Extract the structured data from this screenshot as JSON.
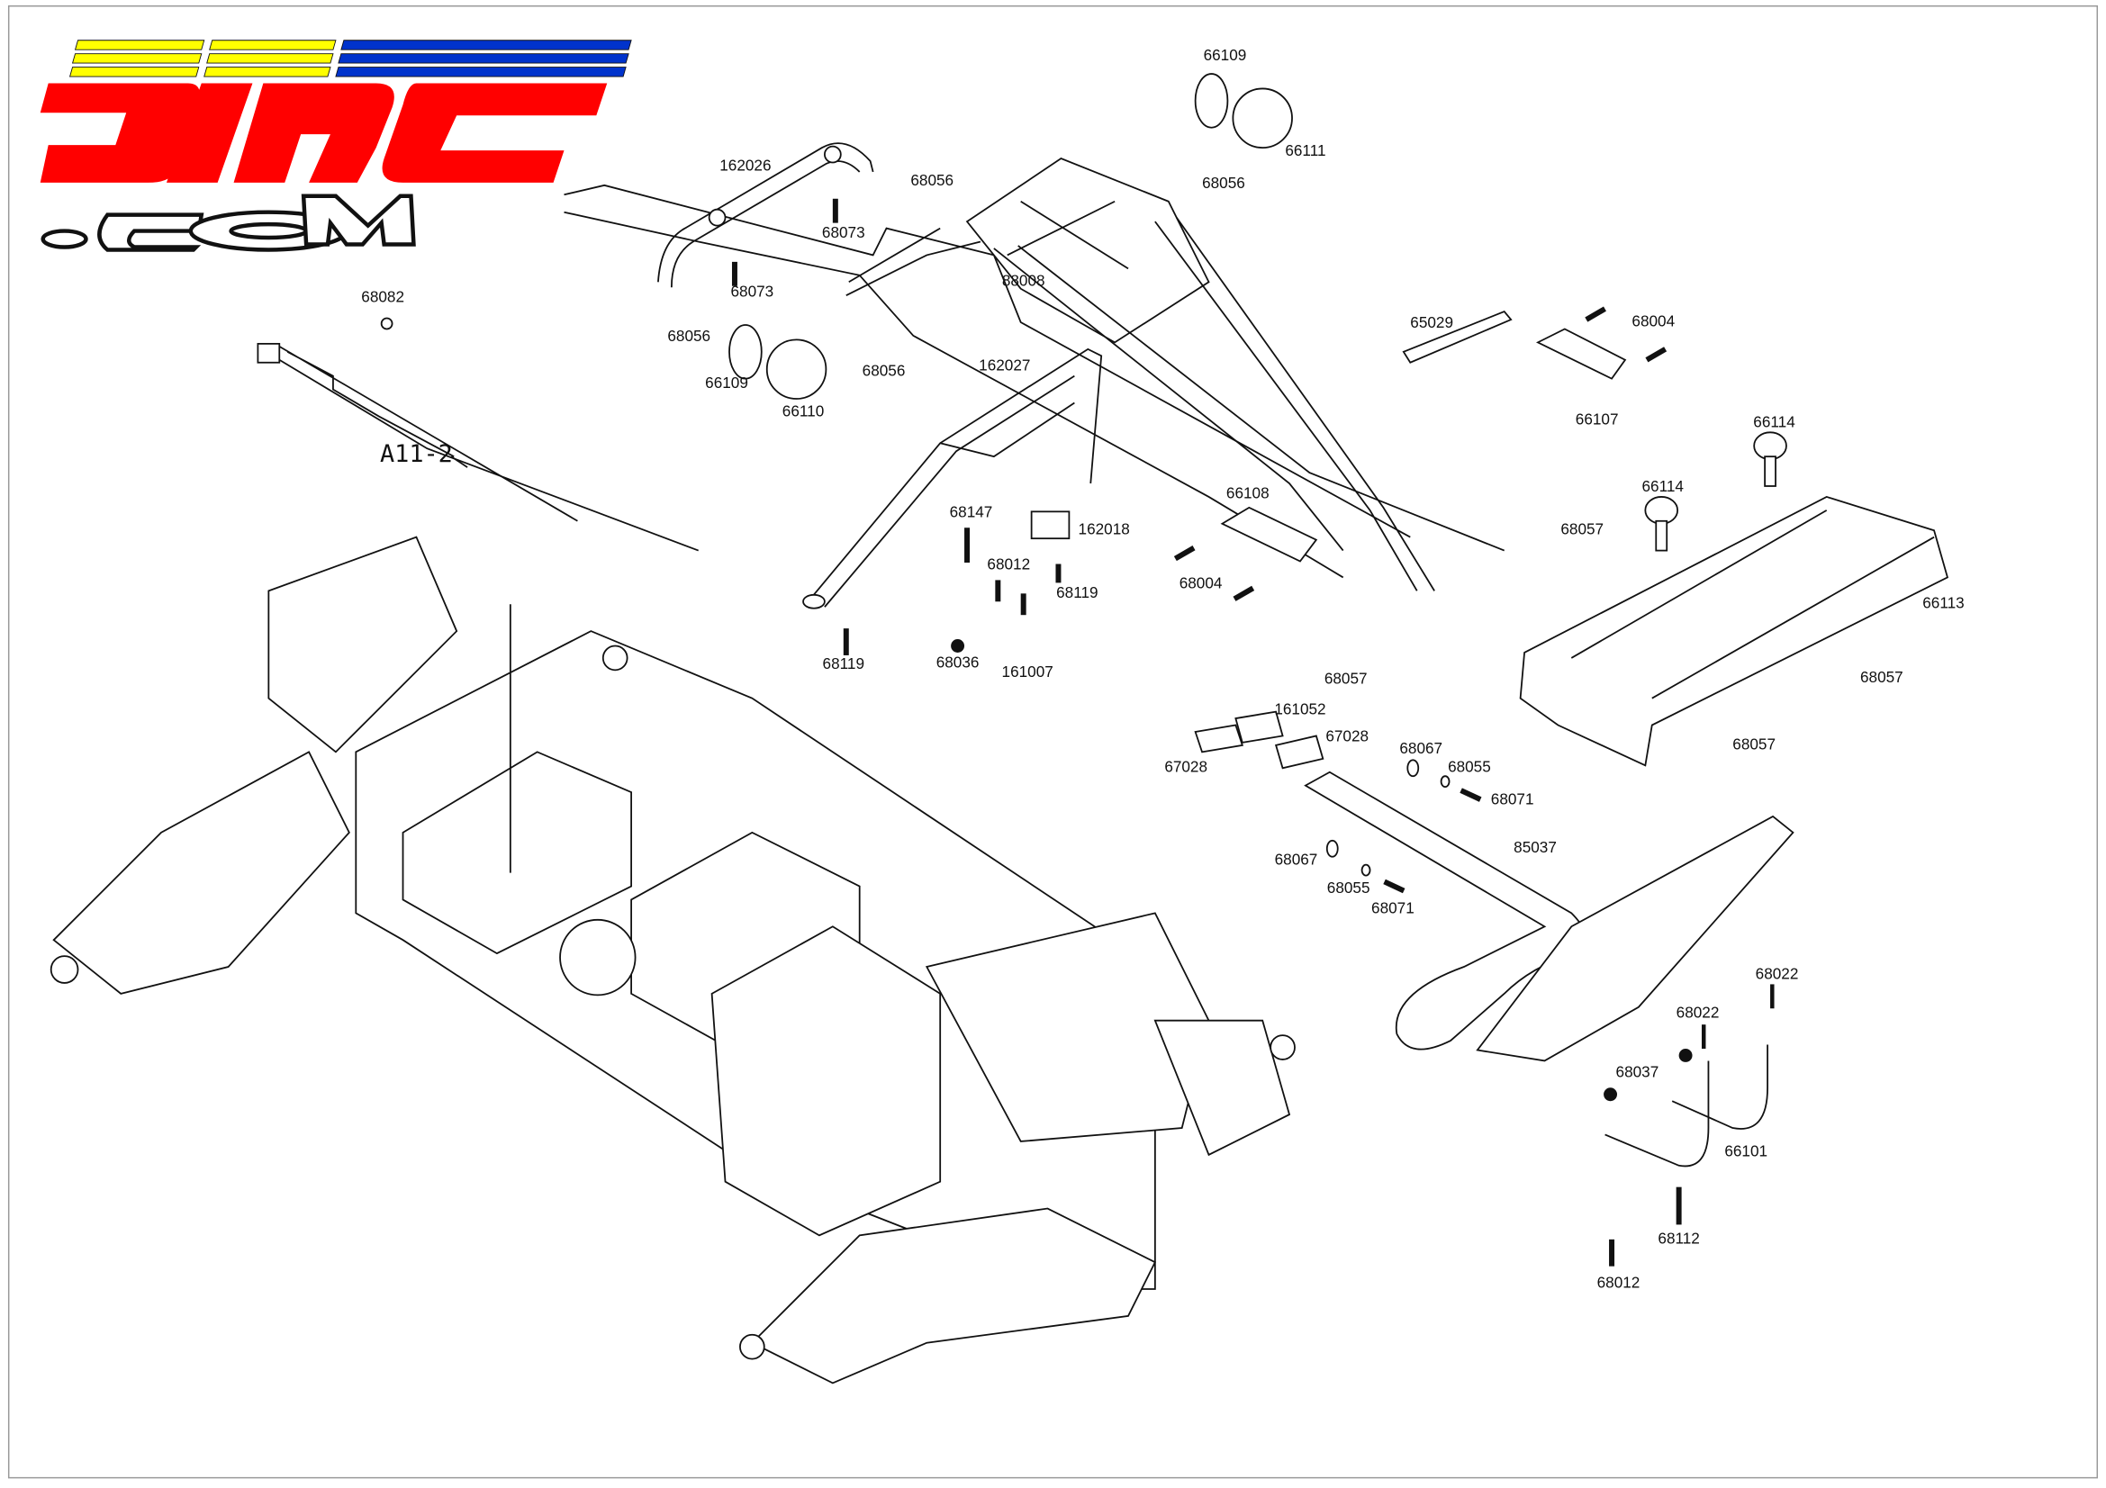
{
  "logo": {
    "text": "5IRC.COM",
    "colors": {
      "yellow": "#FFFF00",
      "blue": "#0033CC",
      "red": "#FF0000"
    }
  },
  "assembly_label": "A11-2",
  "parts": [
    {
      "id": "p1",
      "num": "66109"
    },
    {
      "id": "p2",
      "num": "66111"
    },
    {
      "id": "p3",
      "num": "68056"
    },
    {
      "id": "p4",
      "num": "162026"
    },
    {
      "id": "p5",
      "num": "68056"
    },
    {
      "id": "p6",
      "num": "68073"
    },
    {
      "id": "p7",
      "num": "68073"
    },
    {
      "id": "p8",
      "num": "88008"
    },
    {
      "id": "p9",
      "num": "68082"
    },
    {
      "id": "p10",
      "num": "68056"
    },
    {
      "id": "p11",
      "num": "68056"
    },
    {
      "id": "p12",
      "num": "66109"
    },
    {
      "id": "p13",
      "num": "66110"
    },
    {
      "id": "p14",
      "num": "162027"
    },
    {
      "id": "p15",
      "num": "65029"
    },
    {
      "id": "p16",
      "num": "68004"
    },
    {
      "id": "p17",
      "num": "66107"
    },
    {
      "id": "p18",
      "num": "66114"
    },
    {
      "id": "p19",
      "num": "66114"
    },
    {
      "id": "p20",
      "num": "68057"
    },
    {
      "id": "p21",
      "num": "66108"
    },
    {
      "id": "p22",
      "num": "68147"
    },
    {
      "id": "p23",
      "num": "162018"
    },
    {
      "id": "p24",
      "num": "68012"
    },
    {
      "id": "p25",
      "num": "68004"
    },
    {
      "id": "p26",
      "num": "68119"
    },
    {
      "id": "p27",
      "num": "68036"
    },
    {
      "id": "p28",
      "num": "161007"
    },
    {
      "id": "p29",
      "num": "68119"
    },
    {
      "id": "p30",
      "num": "68057"
    },
    {
      "id": "p31",
      "num": "66113"
    },
    {
      "id": "p32",
      "num": "68057"
    },
    {
      "id": "p33",
      "num": "161052"
    },
    {
      "id": "p34",
      "num": "67028"
    },
    {
      "id": "p35",
      "num": "67028"
    },
    {
      "id": "p36",
      "num": "68067"
    },
    {
      "id": "p37",
      "num": "68055"
    },
    {
      "id": "p38",
      "num": "68071"
    },
    {
      "id": "p39",
      "num": "68057"
    },
    {
      "id": "p40",
      "num": "85037"
    },
    {
      "id": "p41",
      "num": "68067"
    },
    {
      "id": "p42",
      "num": "68055"
    },
    {
      "id": "p43",
      "num": "68071"
    },
    {
      "id": "p44",
      "num": "68022"
    },
    {
      "id": "p45",
      "num": "68022"
    },
    {
      "id": "p46",
      "num": "68037"
    },
    {
      "id": "p47",
      "num": "66101"
    },
    {
      "id": "p48",
      "num": "68112"
    },
    {
      "id": "p49",
      "num": "68012"
    }
  ]
}
